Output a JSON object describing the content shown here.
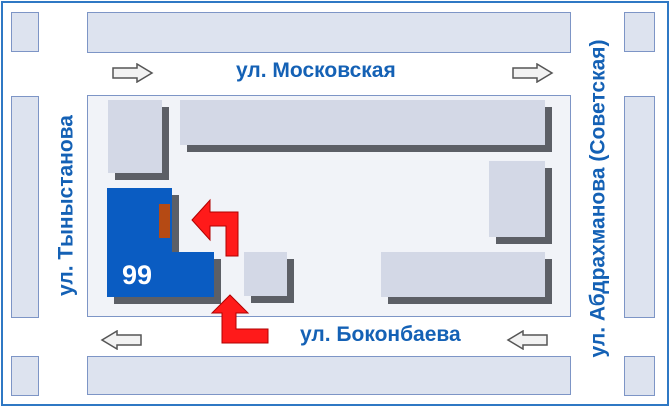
{
  "streets": {
    "top": "ул. Московская",
    "bottom": "ул. Боконбаева",
    "left": "ул. Тыныстанова",
    "right": "ул. Абдрахманова (Советская)"
  },
  "school": {
    "number": "99"
  },
  "colors": {
    "frame": "#2f78c4",
    "street_label": "#1461b5",
    "school_building": "#0a5cc2",
    "entrance_marker": "#b54a14",
    "entrance_arrow": "#ff0000",
    "block_fill": "#dde3ef",
    "building_fill": "#d3d8e6",
    "building_shadow": "#5c5f66"
  },
  "icons": {
    "traffic_arrow": "arrow-icon",
    "entrance_arrow": "bent-arrow-icon"
  }
}
